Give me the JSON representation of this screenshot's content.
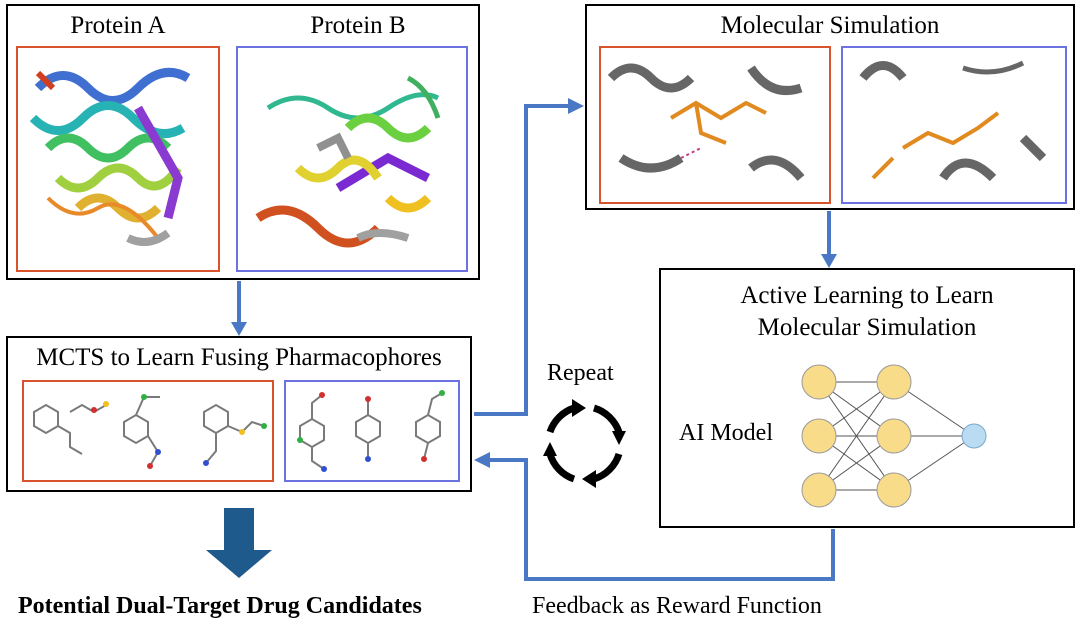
{
  "protein_panel": {
    "label_a": "Protein A",
    "label_b": "Protein B"
  },
  "simulation_panel": {
    "title": "Molecular Simulation"
  },
  "mcts_panel": {
    "title": "MCTS to Learn Fusing Pharmacophores"
  },
  "active_panel": {
    "title_line1": "Active Learning to Learn",
    "title_line2": "Molecular Simulation",
    "model_label": "AI Model"
  },
  "cycle": {
    "label": "Repeat"
  },
  "feedback": {
    "label": "Feedback as Reward Function"
  },
  "output": {
    "label": "Potential Dual-Target Drug Candidates"
  },
  "colors": {
    "red_frame": "#d9532c",
    "blue_frame": "#6c73e0",
    "arrow": "#4a78c4",
    "down_arrow": "#1f5a8c",
    "node_yellow": "#f9dc8a",
    "node_blue": "#b9dcf2"
  }
}
